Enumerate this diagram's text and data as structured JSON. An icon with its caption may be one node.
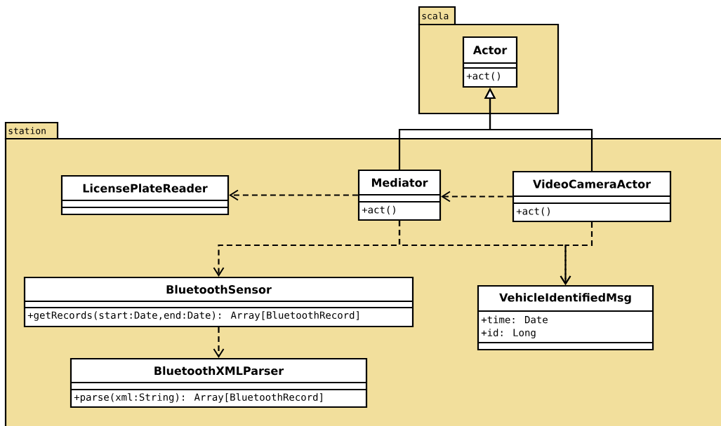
{
  "diagram": {
    "nodes": [
      {
        "text": [
          "scala"
        ]
      },
      {
        "text": [
          "Actor",
          "+act()"
        ],
        "in": 0
      },
      {
        "text": [
          "station"
        ]
      },
      {
        "text": [
          "LicensePlateReader"
        ],
        "in": 2
      },
      {
        "text": [
          "Mediator",
          "+act()"
        ],
        "in": 2
      },
      {
        "text": [
          "VideoCameraActor",
          "+act()"
        ],
        "in": 2
      },
      {
        "text": [
          "BluetoothSensor",
          "+getRecords(start:Date,end:Date): Array[BluetoothRecord]"
        ],
        "in": 2
      },
      {
        "text": [
          "VehicleIdentifiedMsg",
          "+time: Date",
          "+id: Long"
        ],
        "in": 2
      },
      {
        "text": [
          "BluetoothXMLParser",
          "+parse(xml:String): Array[BluetoothRecord]"
        ],
        "in": 2
      }
    ],
    "edges": [
      {
        "from": 4,
        "to": 1,
        "arrow": "to"
      },
      {
        "from": 5,
        "to": 1,
        "arrow": "to"
      },
      {
        "from": 4,
        "to": 3,
        "arrow": "to",
        "style": "dashed"
      },
      {
        "from": 5,
        "to": 4,
        "arrow": "to",
        "style": "dashed"
      },
      {
        "from": 4,
        "to": 6,
        "arrow": "to",
        "style": "dashed"
      },
      {
        "from": 4,
        "to": 7,
        "arrow": "to",
        "style": "dashed"
      },
      {
        "from": 5,
        "to": 7,
        "arrow": "to",
        "style": "dashed"
      },
      {
        "from": 6,
        "to": 8,
        "arrow": "to",
        "style": "dashed"
      }
    ]
  }
}
